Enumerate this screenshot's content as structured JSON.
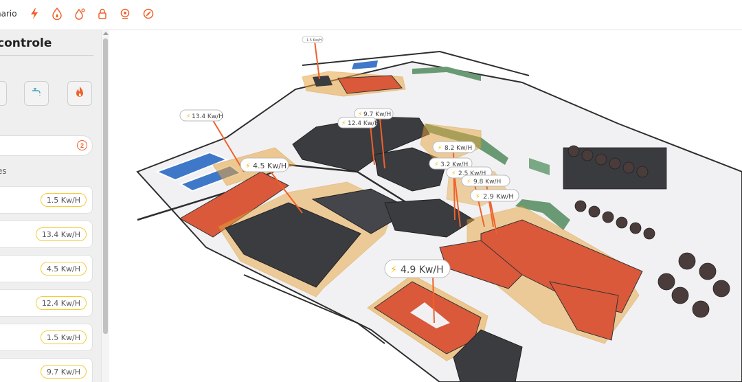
{
  "topbar": {
    "cut_label": "nario",
    "icons": [
      "lightning-icon",
      "fire-drop-icon",
      "water-drop-icon",
      "lock-icon",
      "webcam-icon",
      "gauge-icon"
    ],
    "accent": "#f0612a"
  },
  "panel": {
    "title": "controle",
    "type_buttons": [
      "faucet-icon",
      "flame-icon"
    ],
    "search_count": "2",
    "section_label": "es",
    "rows": [
      {
        "value": "1.5 Kw/H"
      },
      {
        "value": "13.4 Kw/H"
      },
      {
        "value": "4.5 Kw/H"
      },
      {
        "value": "12.4 Kw/H"
      },
      {
        "value": "1.5 Kw/H"
      },
      {
        "value": "9.7 Kw/H"
      }
    ]
  },
  "map": {
    "labels": [
      {
        "text": "1.5 Kw/H"
      },
      {
        "text": "13.4 Kw/H"
      },
      {
        "text": "9.7 Kw/H"
      },
      {
        "text": "12.4 Kw/H"
      },
      {
        "text": "4.5 Kw/H"
      },
      {
        "text": "8.2 Kw/H"
      },
      {
        "text": "3.2 Kw/H"
      },
      {
        "text": "2.5 Kw/H"
      },
      {
        "text": "9.8 Kw/H"
      },
      {
        "text": "2.9 Kw/H"
      },
      {
        "text": "4.9 Kw/H"
      }
    ],
    "colors": {
      "roof_red": "#d9593a",
      "roof_dark": "#3b3c40",
      "highlight": "#e8a540",
      "line": "#f0612a"
    }
  }
}
